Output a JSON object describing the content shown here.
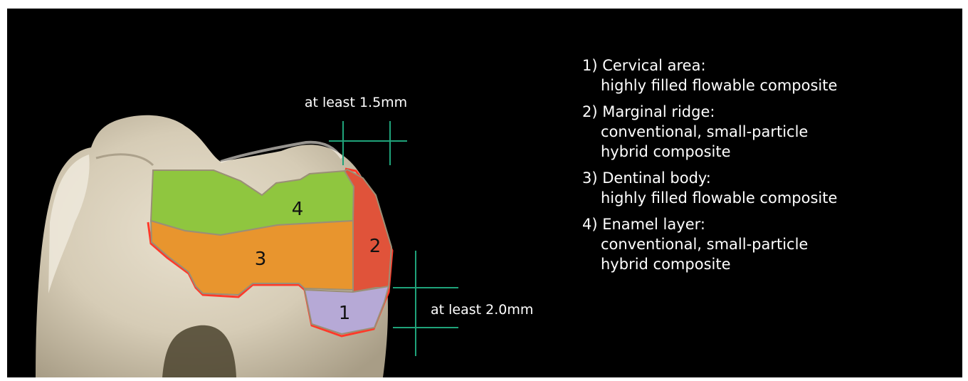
{
  "diagram": {
    "dimension_top": "at least 1.5mm",
    "dimension_side": "at least 2.0mm",
    "zones": [
      {
        "number": "1",
        "fill": "#b6a9d6",
        "name": "cervical-area"
      },
      {
        "number": "2",
        "fill": "#e0533a",
        "name": "marginal-ridge"
      },
      {
        "number": "3",
        "fill": "#e8952e",
        "name": "dentinal-body"
      },
      {
        "number": "4",
        "fill": "#8fc63f",
        "name": "enamel-layer"
      }
    ],
    "colors": {
      "background": "#000000",
      "dimension_lines": "#1fa37a",
      "cavity_outline": "#ff3a2a",
      "label_text": "#ffffff",
      "zone_text": "#111111"
    }
  },
  "legend": [
    {
      "head": "1) Cervical area:",
      "lines": [
        "highly filled flowable composite"
      ]
    },
    {
      "head": "2) Marginal ridge:",
      "lines": [
        "conventional, small-particle",
        "hybrid composite"
      ]
    },
    {
      "head": "3) Dentinal body:",
      "lines": [
        "highly filled flowable composite"
      ]
    },
    {
      "head": "4) Enamel layer:",
      "lines": [
        "conventional, small-particle",
        "hybrid composite"
      ]
    }
  ]
}
